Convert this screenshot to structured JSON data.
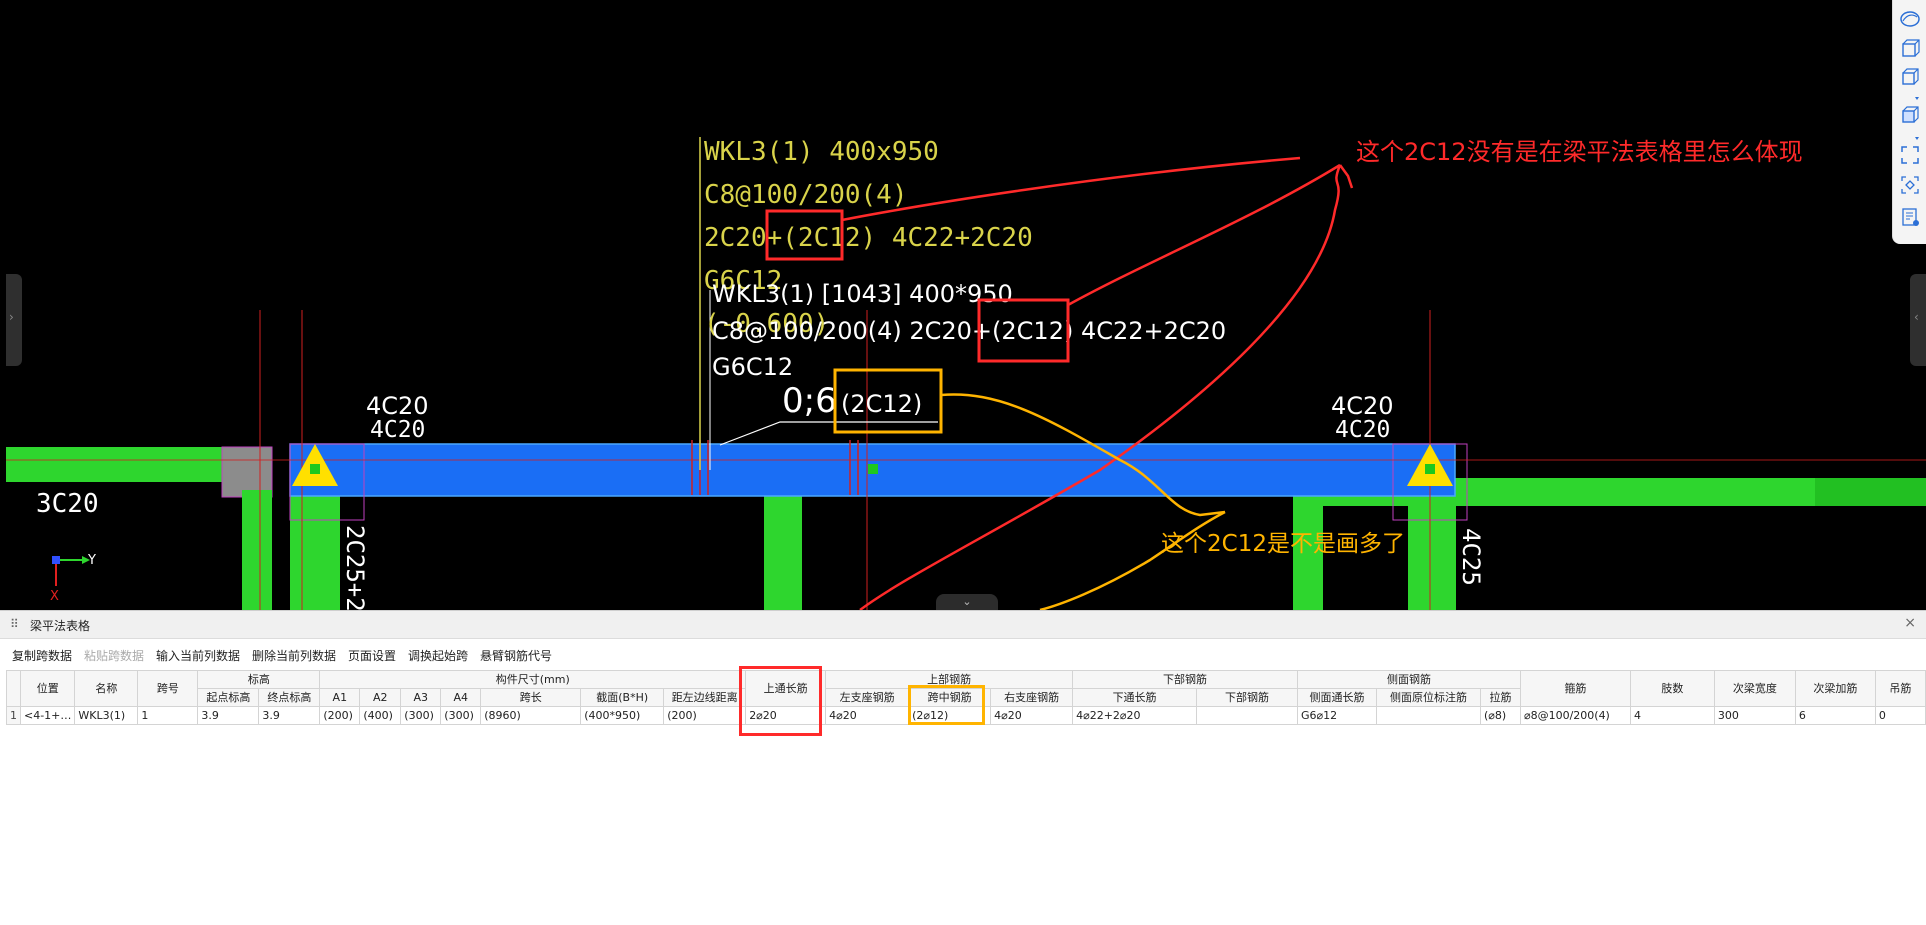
{
  "cad": {
    "orig_label": {
      "line1": "WKL3(1) 400x950",
      "line2": "C8@100/200(4)",
      "line3": "2C20+(2C12) 4C22+2C20",
      "line4": "G6C12",
      "line5": "(-0.600)"
    },
    "info_label": {
      "line1": "WKL3(1) [1043] 400*950",
      "line2": "C8@100/200(4) 2C20+(2C12) 4C22+2C20",
      "line3": "G6C12"
    },
    "mid_label_main": "0;6",
    "mid_label_extra": "(2C12)",
    "left_support_top": "4C20",
    "left_support_bot": "4C20",
    "right_support_top": "4C20",
    "right_support_bot": "4C20",
    "left_beam_label": "3C20",
    "left_col_label": "2C25+2",
    "right_col_label": "4C25",
    "axis_y": "Y",
    "axis_x": "X",
    "annotation_red": "这个2C12没有是在梁平法表格里怎么体现",
    "annotation_orange": "这个2C12是不是画多了",
    "colors": {
      "beam": "#1a6ef5",
      "column": "#2ed62e",
      "label_yellow": "#d9d34a",
      "annotation_red": "#ff2a2a",
      "annotation_orange": "#ffb400"
    }
  },
  "side_toolbar": {
    "icons": [
      "view-3d-sphere-icon",
      "3d-box-icon",
      "cube-icon",
      "dropdown-icon",
      "blue-cube-icon",
      "dropdown-icon",
      "fit-view-icon",
      "clean-view-icon",
      "property-panel-icon"
    ]
  },
  "panel": {
    "title": "梁平法表格",
    "close": "×",
    "toolbar": [
      {
        "label": "复制跨数据",
        "disabled": false
      },
      {
        "label": "粘贴跨数据",
        "disabled": true
      },
      {
        "label": "输入当前列数据",
        "disabled": false
      },
      {
        "label": "删除当前列数据",
        "disabled": false
      },
      {
        "label": "页面设置",
        "disabled": false
      },
      {
        "label": "调换起始跨",
        "disabled": false
      },
      {
        "label": "悬臂钢筋代号",
        "disabled": false
      }
    ],
    "groups": {
      "elevation": "标高",
      "dimensions": "构件尺寸(mm)",
      "top_rebar": "上部钢筋",
      "bottom_rebar": "下部钢筋",
      "side_rebar": "侧面钢筋"
    },
    "columns": {
      "position": "位置",
      "name": "名称",
      "span": "跨号",
      "start_elev": "起点标高",
      "end_elev": "终点标高",
      "a1": "A1",
      "a2": "A2",
      "a3": "A3",
      "a4": "A4",
      "span_len": "跨长",
      "section": "截面(B*H)",
      "edge_dist": "距左边线距离",
      "top_through": "上通长筋",
      "left_support": "左支座钢筋",
      "mid_span": "跨中钢筋",
      "right_support": "右支座钢筋",
      "bottom_through": "下通长筋",
      "bottom_bar": "下部钢筋",
      "side_through": "侧面通长筋",
      "side_in_situ": "侧面原位标注筋",
      "tie_bar": "拉筋",
      "stirrup": "箍筋",
      "legs": "肢数",
      "sub_beam_width": "次梁宽度",
      "sub_beam_add": "次梁加筋",
      "hanger": "吊筋"
    },
    "row": {
      "num": "1",
      "position": "<4-1+…",
      "name": "WKL3(1)",
      "span": "1",
      "start_elev": "3.9",
      "end_elev": "3.9",
      "a1": "(200)",
      "a2": "(400)",
      "a3": "(300)",
      "a4": "(300)",
      "span_len": "(8960)",
      "section": "(400*950)",
      "edge_dist": "(200)",
      "top_through": "2⌀20",
      "left_support": "4⌀20",
      "mid_span": "(2⌀12)",
      "right_support": "4⌀20",
      "bottom_through": "4⌀22+2⌀20",
      "bottom_bar": "",
      "side_through": "G6⌀12",
      "side_in_situ": "",
      "tie_bar": "(⌀8)",
      "stirrup": "⌀8@100/200(4)",
      "legs": "4",
      "sub_beam_width": "300",
      "sub_beam_add": "6",
      "hanger": "0"
    }
  }
}
